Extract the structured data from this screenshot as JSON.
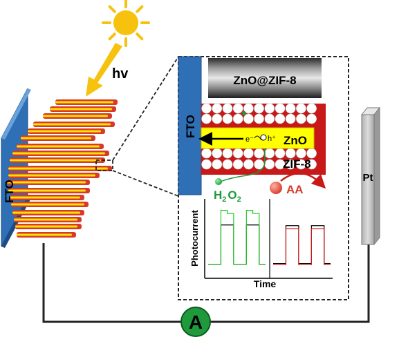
{
  "labels": {
    "light": "hv",
    "fto_electrode": "FTO",
    "fto_inset": "FTO",
    "sem_caption": "ZnO@ZIF-8",
    "zno": "ZnO",
    "zif8": "ZIF-8",
    "electron": "e⁻",
    "hole": "h⁺",
    "h2o2_main": "H",
    "h2o2_sub1": "2",
    "h2o2_o": "O",
    "h2o2_sub2": "2",
    "aa": "AA",
    "photocurrent_axis": "Photocurrent",
    "time_axis": "Time",
    "pt_electrode": "Pt",
    "ammeter": "A"
  },
  "colors": {
    "fto_blue": "#2f6fb5",
    "nanorod_yellow": "#ffe400",
    "nanorod_red": "#d83a2a",
    "sun": "#f6c20e",
    "zno_yellow": "#ffff00",
    "zif_red": "#c81818",
    "h2o2_green": "#1a9a3a",
    "aa_red": "#d83a2a",
    "pt_grey": "#c8c8c8",
    "ammeter_green": "#1e9a3c"
  },
  "icons": [
    "sun-icon",
    "light-arrow-icon",
    "ammeter-icon"
  ],
  "chart_data": [
    {
      "type": "line",
      "title": "",
      "xlabel": "",
      "ylabel": "Photocurrent",
      "note": "response to H2O2: current rises (light on/off pulses)",
      "series": [
        {
          "name": "",
          "color": "#000000",
          "values": [
            0.1,
            0.1,
            0.72,
            0.72,
            0.1,
            0.1,
            0.72,
            0.72,
            0.1,
            0.1
          ]
        },
        {
          "name": "",
          "color": "#22cc22",
          "values": [
            0.1,
            0.1,
            0.95,
            0.9,
            0.1,
            0.1,
            0.95,
            0.9,
            0.1,
            0.1
          ]
        }
      ]
    },
    {
      "type": "line",
      "title": "",
      "xlabel": "Time",
      "ylabel": "",
      "note": "response to AA",
      "series": [
        {
          "name": "",
          "color": "#000000",
          "values": [
            0.12,
            0.12,
            0.75,
            0.75,
            0.12,
            0.12,
            0.75,
            0.75,
            0.12,
            0.12
          ]
        },
        {
          "name": "",
          "color": "#d81818",
          "values": [
            0.1,
            0.1,
            0.7,
            0.7,
            0.1,
            0.1,
            0.7,
            0.7,
            0.1,
            0.1
          ]
        }
      ]
    }
  ]
}
